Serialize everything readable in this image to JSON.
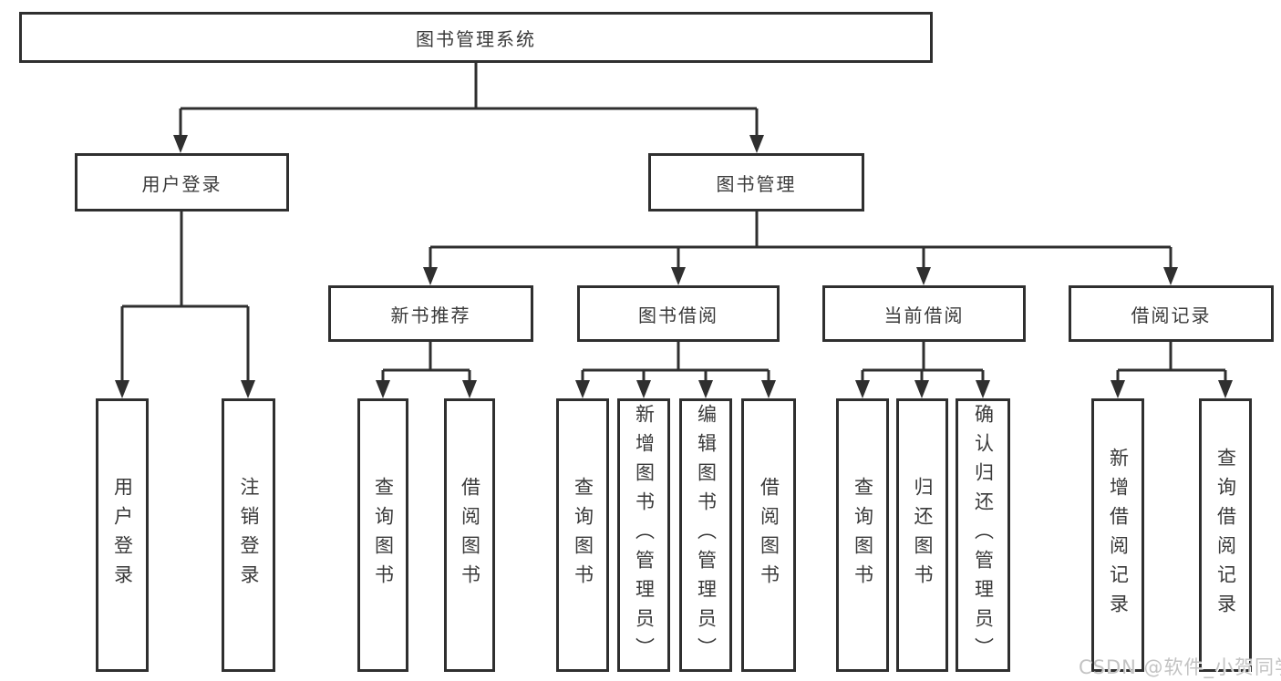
{
  "tree": {
    "label": "图书管理系统",
    "children": [
      {
        "label": "用户登录",
        "children": [
          {
            "label": "用户登录"
          },
          {
            "label": "注销登录"
          }
        ]
      },
      {
        "label": "图书管理",
        "children": [
          {
            "label": "新书推荐",
            "children": [
              {
                "label": "查询图书"
              },
              {
                "label": "借阅图书"
              }
            ]
          },
          {
            "label": "图书借阅",
            "children": [
              {
                "label": "查询图书"
              },
              {
                "label": "新增图书（管理员）"
              },
              {
                "label": "编辑图书（管理员）"
              },
              {
                "label": "借阅图书"
              }
            ]
          },
          {
            "label": "当前借阅",
            "children": [
              {
                "label": "查询图书"
              },
              {
                "label": "归还图书"
              },
              {
                "label": "确认归还（管理员）"
              }
            ]
          },
          {
            "label": "借阅记录",
            "children": [
              {
                "label": "新增借阅记录"
              },
              {
                "label": "查询借阅记录"
              }
            ]
          }
        ]
      }
    ]
  },
  "watermark": {
    "text": "CSDN @软件_小贺同学"
  },
  "colors": {
    "line": "#2f2f2f",
    "text": "#3a3a3a",
    "watermark": "#c3c3c3",
    "background": "#ffffff"
  }
}
